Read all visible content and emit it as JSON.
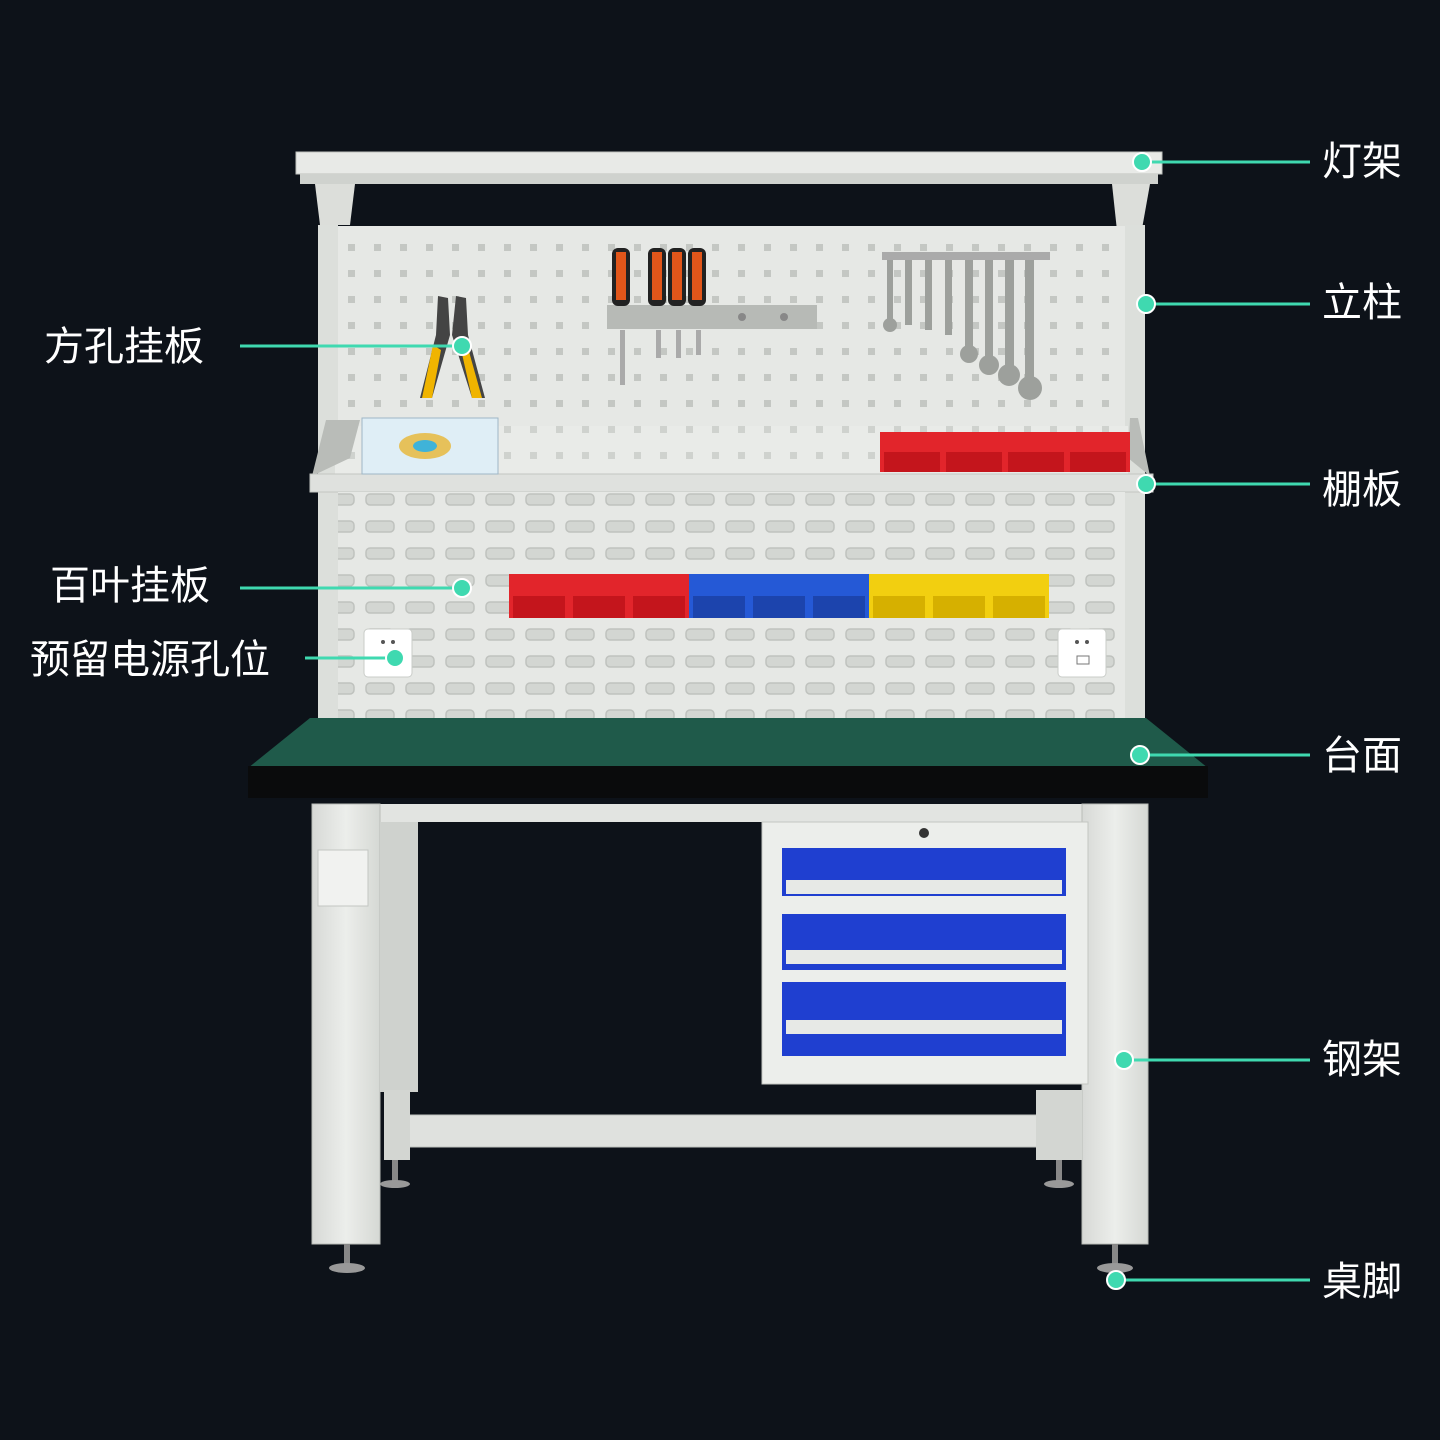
{
  "colors": {
    "background": "#0d1219",
    "callout": "#3fd9b0",
    "steel": "#e4e6e3",
    "worktop": "#1d5546",
    "drawer_blue": "#1f3fd0",
    "bin_red": "#e2252b",
    "bin_blue": "#2559d6",
    "bin_yellow": "#f2cf10"
  },
  "labels": {
    "light_frame": "灯架",
    "upright": "立柱",
    "square_hole_board": "方孔挂板",
    "shelf": "棚板",
    "louver_board": "百叶挂板",
    "power_outlet": "预留电源孔位",
    "worktop": "台面",
    "steel_frame": "钢架",
    "table_leg": "桌脚"
  },
  "icons": [
    "pliers-icon",
    "screwdriver-icon",
    "wrench-icon",
    "storage-bin-icon",
    "power-socket-icon",
    "drawer-icon",
    "leveling-foot-icon"
  ]
}
